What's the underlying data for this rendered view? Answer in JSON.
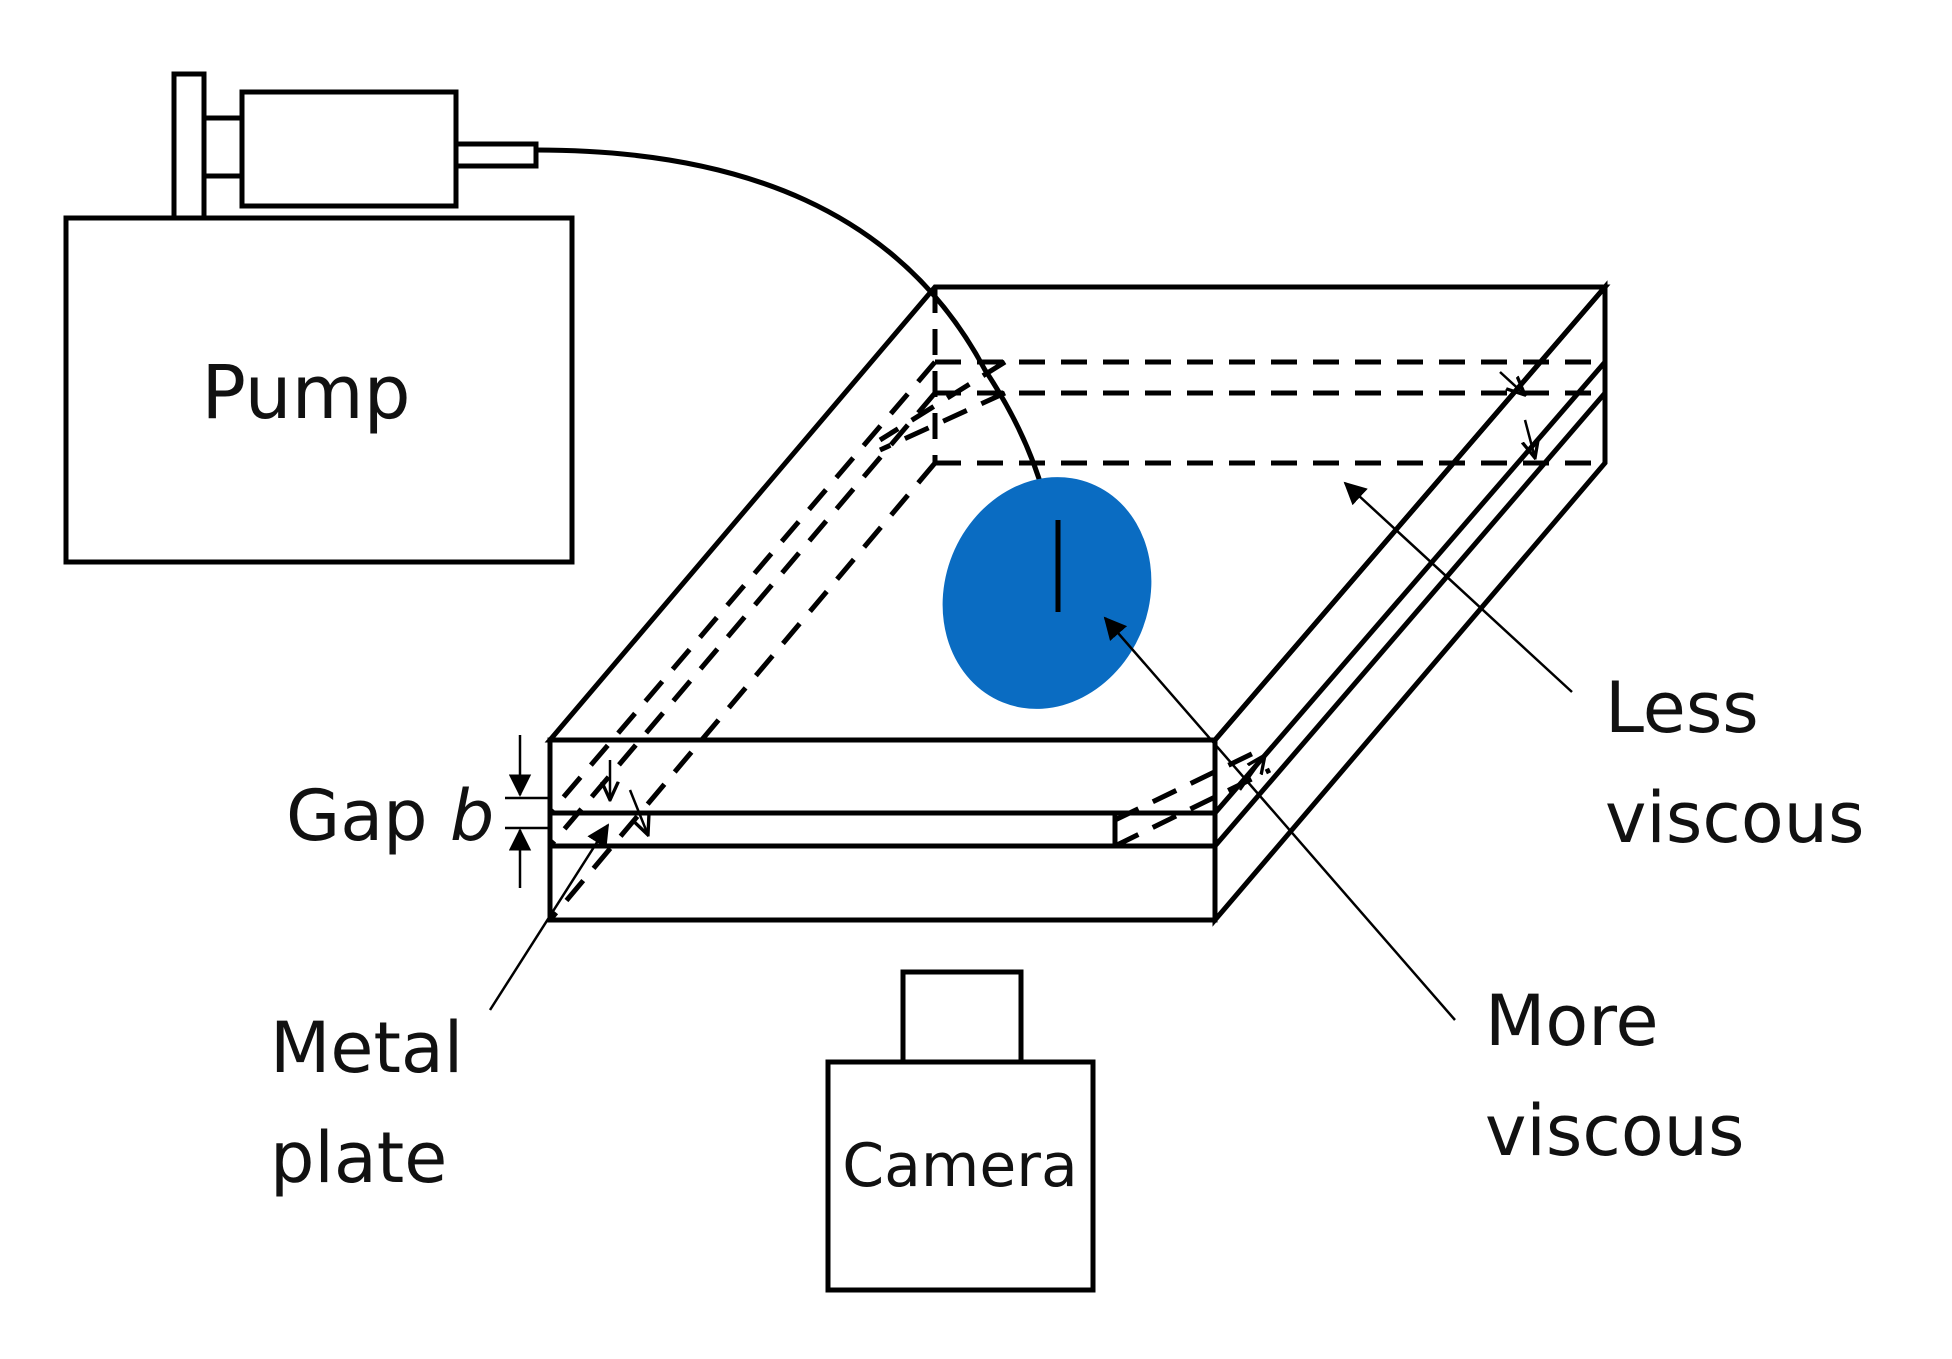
{
  "labels": {
    "pump": "Pump",
    "camera": "Camera",
    "gap_prefix": "Gap ",
    "gap_symbol": "b",
    "less_line1": "Less",
    "less_line2": "viscous",
    "more_line1": "More",
    "more_line2": "viscous",
    "metal_line1": "Metal",
    "metal_line2": "plate"
  },
  "colors": {
    "fluid_blob": "#0a6cc2",
    "stroke": "#000000",
    "background": "#ffffff"
  }
}
